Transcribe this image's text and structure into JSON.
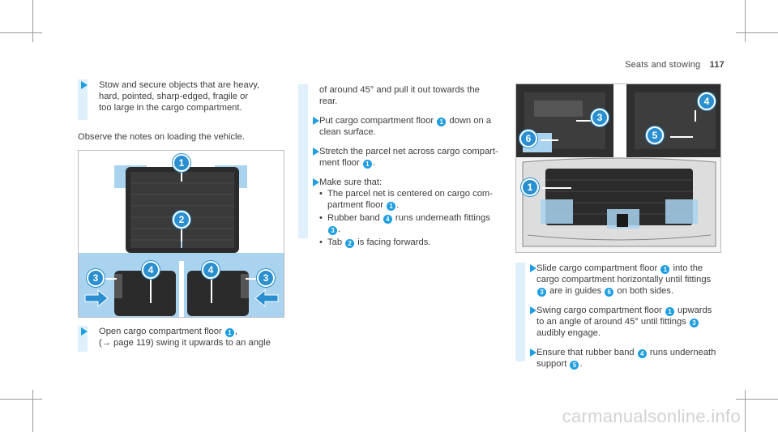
{
  "header": {
    "section": "Seats and stowing",
    "page": "117"
  },
  "col1": {
    "step_top": [
      "Stow and secure objects that are heavy,",
      "hard, pointed, sharp-edged, fragile or",
      "too large in the cargo compartment."
    ],
    "observe": "Observe the notes on loading the vehicle.",
    "step_open": {
      "line1_pre": "Open cargo compartment floor",
      "line1_num": "1",
      "line1_post": ",",
      "line2": "(→ page 119) swing it upwards to an angle"
    }
  },
  "col2": {
    "cont": [
      "of around 45° and pull it out towards the",
      "rear."
    ],
    "put": {
      "pre": "Put cargo compartment floor",
      "num": "1",
      "post": " down on a",
      "line2": "clean surface."
    },
    "stretch": {
      "line1": "Stretch the parcel net across cargo compart-",
      "line2_pre": "ment floor",
      "num": "1",
      "post": "."
    },
    "make_sure": "Make sure that:",
    "b1": {
      "line1": "The parcel net is centered on cargo com-",
      "line2_pre": "partment floor",
      "num": "1",
      "post": "."
    },
    "b2": {
      "pre": "Rubber band",
      "num": "4",
      "post": " runs underneath fittings",
      "num2": "3",
      "post2": "."
    },
    "b3": {
      "pre": "Tab",
      "num": "2",
      "post": " is facing forwards."
    }
  },
  "col3": {
    "slide": {
      "l1_pre": "Slide cargo compartment floor",
      "n1": "1",
      "l1_post": " into the",
      "l2": "cargo compartment horizontally until fittings",
      "n3": "3",
      "l3_mid": " are in guides",
      "n6": "6",
      "l3_post": " on both sides."
    },
    "swing": {
      "l1_pre": "Swing cargo compartment floor",
      "n1": "1",
      "l1_post": " upwards",
      "l2_pre": "to an angle of around 45° until fittings",
      "n3": "3",
      "l3": "audibly engage."
    },
    "ensure": {
      "l1_pre": "Ensure that rubber band",
      "n4": "4",
      "l1_post": " runs underneath",
      "l2_pre": "support",
      "n5": "5",
      "l2_post": "."
    }
  },
  "fig1_callouts": [
    "1",
    "2",
    "3",
    "4",
    "4",
    "3"
  ],
  "fig2_callouts": [
    "3",
    "4",
    "6",
    "5",
    "1"
  ],
  "watermark": "carmanualsonline.info",
  "colors": {
    "accent": "#1e9ee0",
    "bar": "#dff0fa",
    "highlight": "#a9d3ee"
  }
}
